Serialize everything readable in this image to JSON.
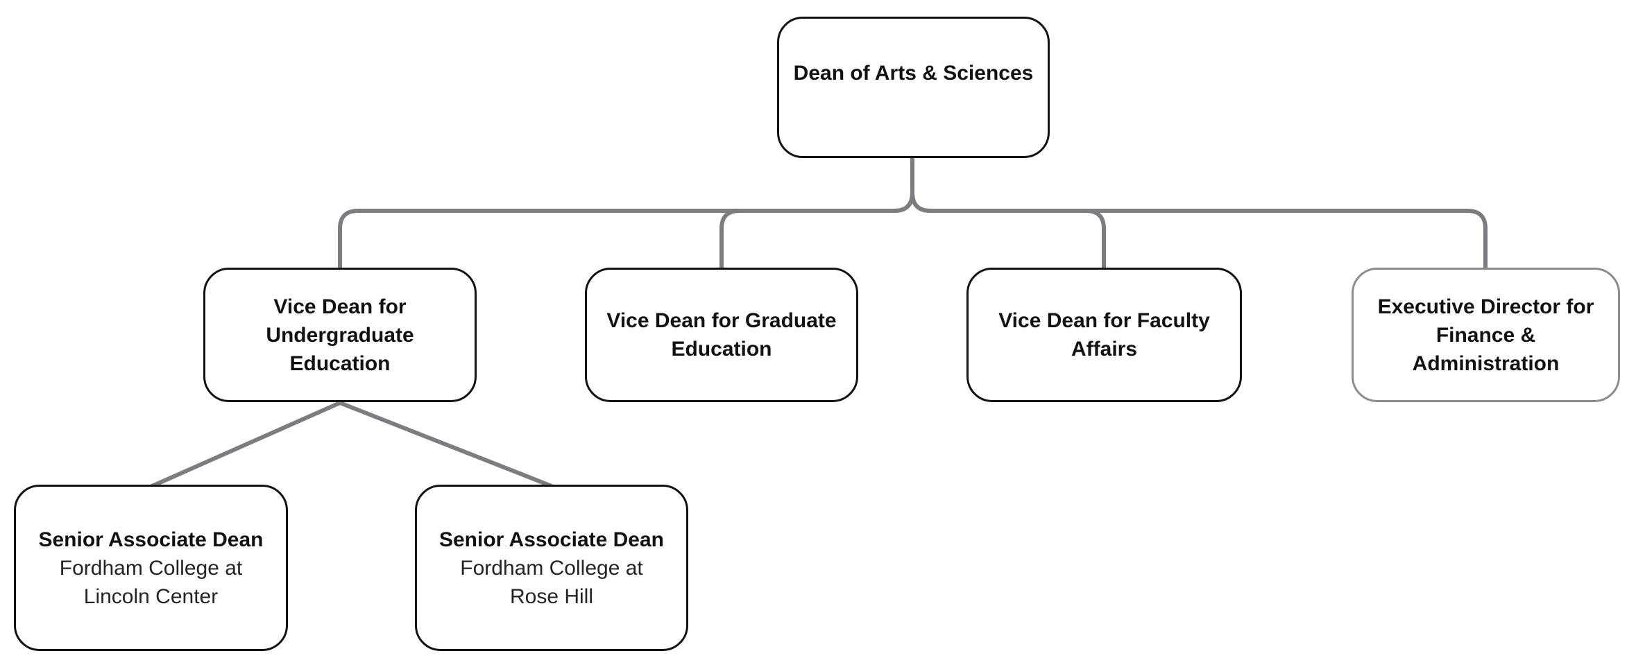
{
  "org_chart": {
    "root": {
      "label": "Dean of Arts & Sciences",
      "lines": [
        "Dean of Arts & Sciences"
      ]
    },
    "level2": [
      {
        "label": "Vice Dean for Undergraduate Education",
        "lines": [
          "Vice Dean for",
          "Undergraduate",
          "Education"
        ]
      },
      {
        "label": "Vice Dean for Graduate Education",
        "lines": [
          "Vice Dean for Graduate",
          "Education"
        ]
      },
      {
        "label": "Vice Dean for Faculty Affairs",
        "lines": [
          "Vice Dean for Faculty",
          "Affairs"
        ]
      },
      {
        "label": "Executive Director for Finance & Administration",
        "lines": [
          "Executive Director for",
          "Finance &",
          "Administration"
        ]
      }
    ],
    "level3": [
      {
        "title": "Senior Associate Dean",
        "subtitle": "Fordham College at Lincoln Center",
        "subtitle_lines": [
          "Fordham College at",
          "Lincoln Center"
        ]
      },
      {
        "title": "Senior Associate Dean",
        "subtitle": "Fordham College at Rose Hill",
        "subtitle_lines": [
          "Fordham College at",
          "Rose Hill"
        ]
      }
    ],
    "colors": {
      "connector": "#7b7d80",
      "node_border": "#121212",
      "muted_node_border": "#8a8c8e",
      "text": "#121212"
    }
  }
}
